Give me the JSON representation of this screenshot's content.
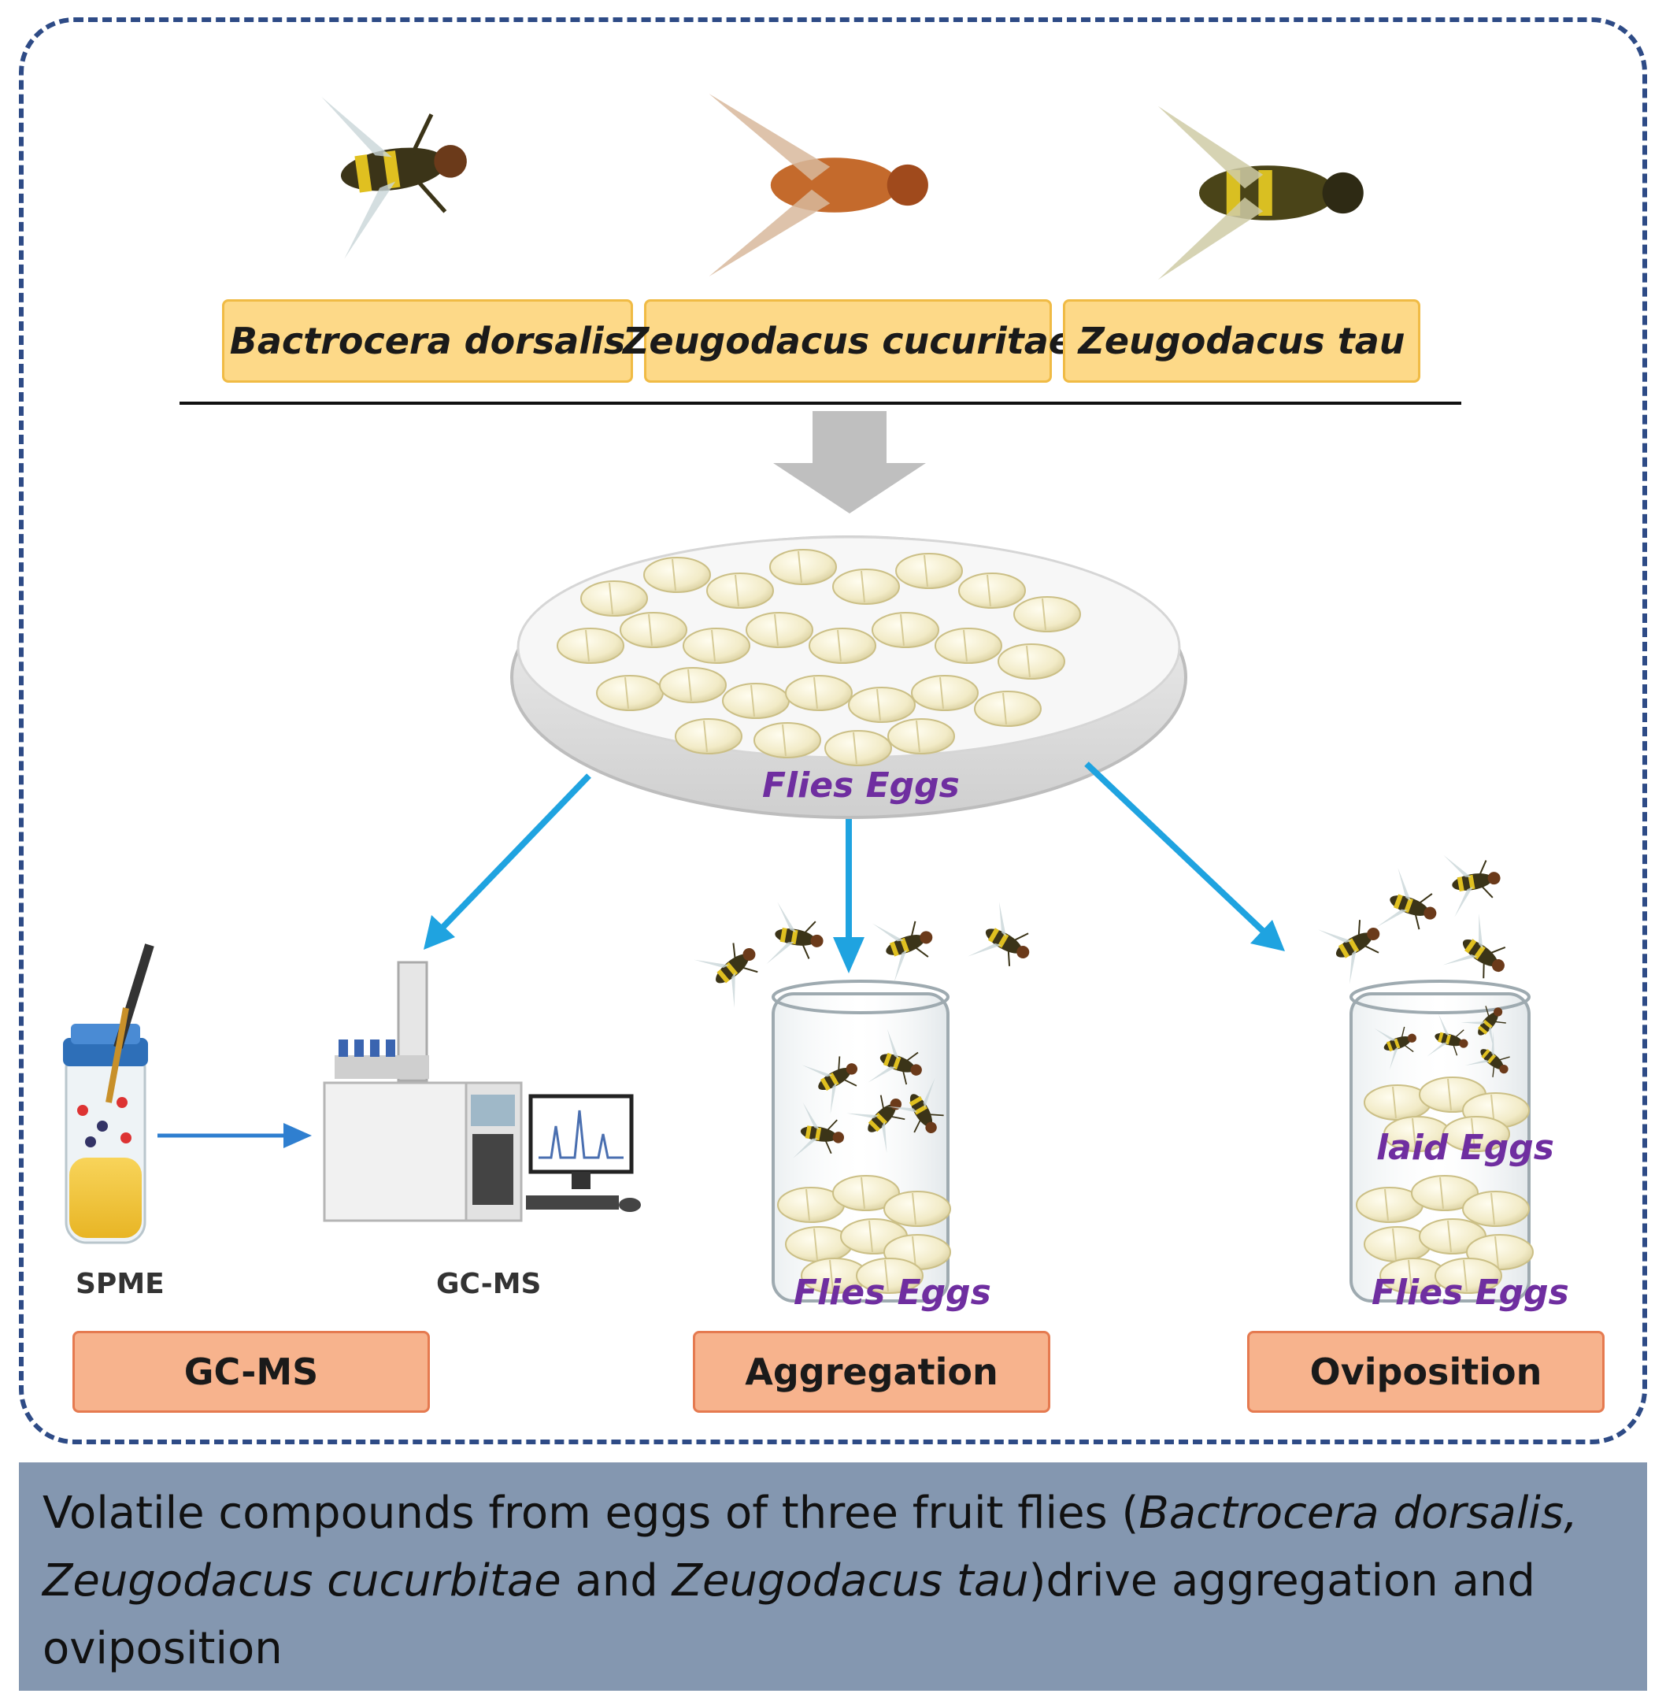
{
  "species": [
    {
      "name": "Bactrocera dorsalis"
    },
    {
      "name": "Zeugodacus cucuritae"
    },
    {
      "name": "Zeugodacus tau"
    }
  ],
  "center": {
    "eggs_label": "Flies Eggs"
  },
  "equipment": {
    "spme_label": "SPME",
    "gcms_label": "GC-MS"
  },
  "jars": {
    "aggregation_eggs_label": "Flies Eggs",
    "oviposition_laid_label": "laid Eggs",
    "oviposition_eggs_label": "Flies Eggs"
  },
  "assays": [
    {
      "label": "GC-MS"
    },
    {
      "label": "Aggregation"
    },
    {
      "label": "Oviposition"
    }
  ],
  "caption": {
    "p1": "Volatile compounds from eggs of three fruit flies (",
    "sp1": "Bactrocera dorsalis,",
    "sp2": "Zeugodacus cucurbitae",
    "and": " and ",
    "sp3": "Zeugodacus tau",
    "p2": ")drive aggregation and oviposition"
  },
  "colors": {
    "frame": "#2e4b86",
    "species_fill": "#fdd988",
    "assay_fill": "#f7b38d",
    "arrow_blue": "#1fa3e0",
    "caption_bg": "#8497b0",
    "label_purple": "#6f2ea0"
  }
}
